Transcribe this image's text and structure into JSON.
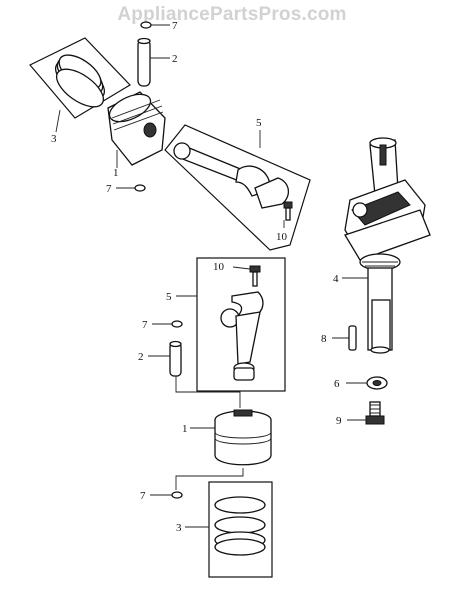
{
  "watermark": "AppliancePartsPros.com",
  "callouts": {
    "c7_top": "7",
    "c2_top": "2",
    "c3_top": "3",
    "c1_top": "1",
    "c7_left": "7",
    "c5_top": "5",
    "c10_top": "10",
    "c4": "4",
    "c10_mid": "10",
    "c5_mid": "5",
    "c7_mid": "7",
    "c2_mid": "2",
    "c8": "8",
    "c6": "6",
    "c1_mid": "1",
    "c9": "9",
    "c7_bot": "7",
    "c3_bot": "3"
  }
}
